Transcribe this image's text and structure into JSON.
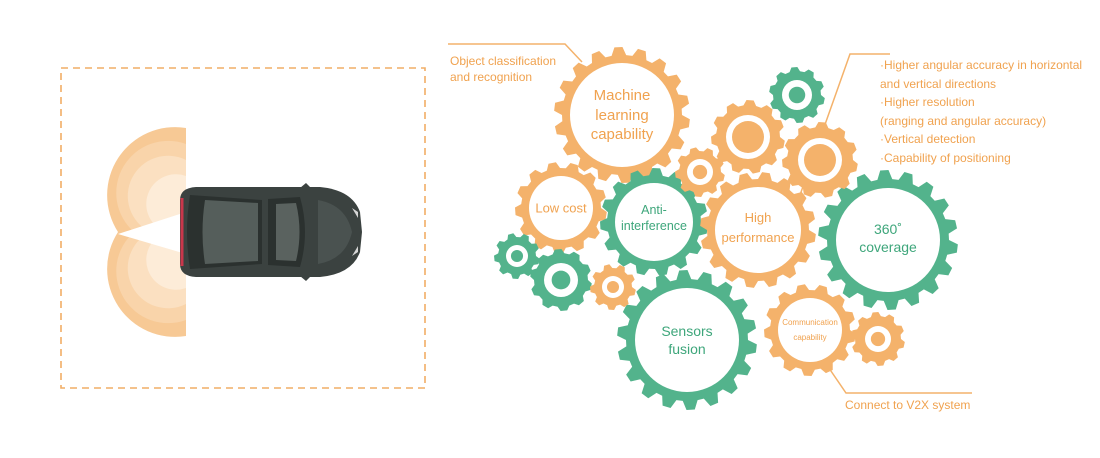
{
  "colors": {
    "orange": "#f4b26b",
    "orange_text": "#f0a24f",
    "green": "#53b38c",
    "green_dark": "#3ea67b",
    "car_body": "#3b4240",
    "dashed_border": "#f1ad66"
  },
  "gears": [
    {
      "id": "machine-learning-gear",
      "label": "Machine\nlearning\ncapability",
      "color": "orange"
    },
    {
      "id": "low-cost-gear",
      "label": "Low cost",
      "color": "orange"
    },
    {
      "id": "anti-interference-gear",
      "label": "Anti-\ninterference",
      "color": "green"
    },
    {
      "id": "high-performance-gear",
      "label": "High\nperformance",
      "color": "orange"
    },
    {
      "id": "coverage-360-gear",
      "label": "360˚\ncoverage",
      "color": "green"
    },
    {
      "id": "sensors-fusion-gear",
      "label": "Sensors\nfusion",
      "color": "green"
    },
    {
      "id": "communication-gear",
      "label": "Communication\ncapability",
      "color": "orange"
    }
  ],
  "annotations": {
    "object_classification": [
      "Object classification",
      "and recognition"
    ],
    "performance_points": [
      "·Higher angular accuracy in horizontal",
      " and vertical directions",
      "·Higher resolution",
      " (ranging and angular accuracy)",
      "·Vertical detection",
      "·Capability of positioning"
    ],
    "v2x": "Connect to V2X system"
  }
}
